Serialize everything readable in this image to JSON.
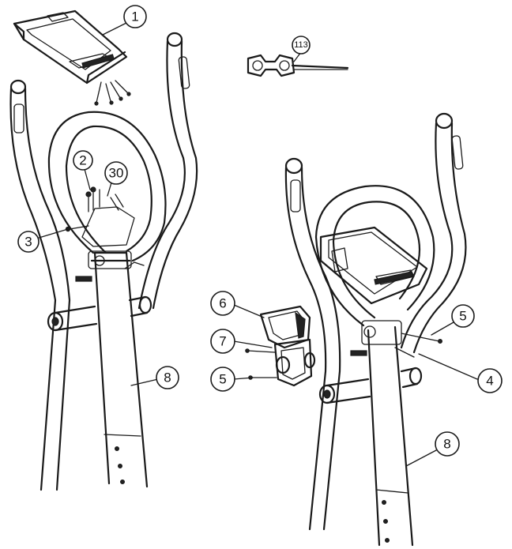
{
  "callouts": {
    "c1": "1",
    "c2": "2",
    "c30": "30",
    "c3": "3",
    "c8a": "8",
    "c113": "113",
    "c5a": "5",
    "c4": "4",
    "c8b": "8",
    "c6": "6",
    "c7": "7",
    "c5b": "5"
  },
  "colors": {
    "line": "#1a1a1a",
    "background": "#ffffff"
  }
}
